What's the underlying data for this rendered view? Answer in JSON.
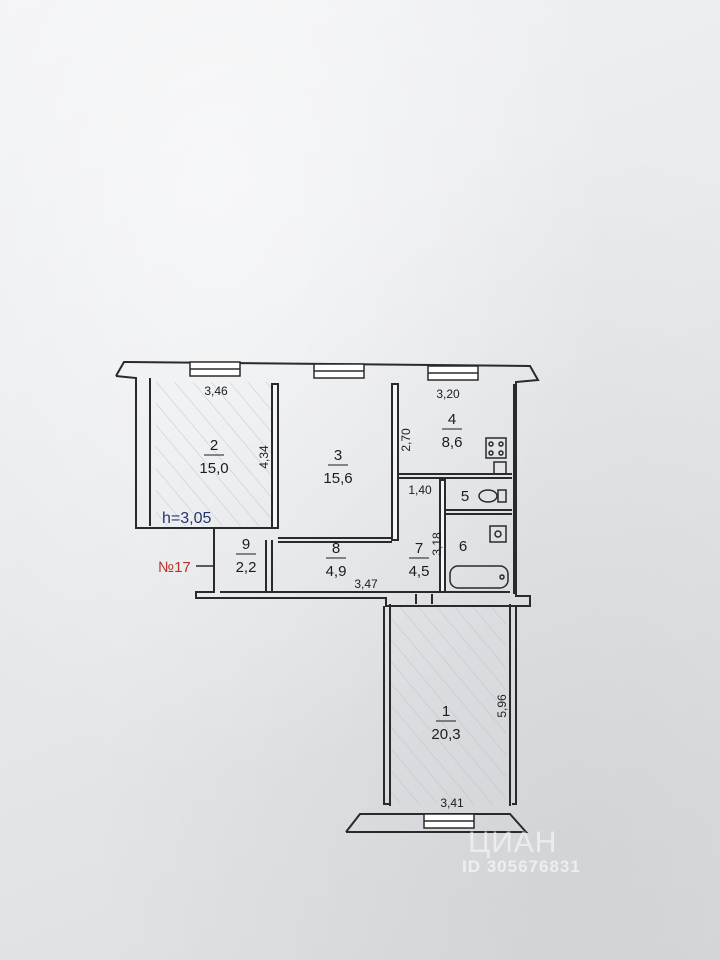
{
  "ceiling_height_label": "h=3,05",
  "apartment_number": "№17",
  "rooms": [
    {
      "id": "1",
      "number": "1",
      "area": "20,3"
    },
    {
      "id": "2",
      "number": "2",
      "area": "15,0"
    },
    {
      "id": "3",
      "number": "3",
      "area": "15,6"
    },
    {
      "id": "4",
      "number": "4",
      "area": "8,6"
    },
    {
      "id": "5",
      "number": "5",
      "area": ""
    },
    {
      "id": "6",
      "number": "6",
      "area": ""
    },
    {
      "id": "7",
      "number": "7",
      "area": "4,5"
    },
    {
      "id": "8",
      "number": "8",
      "area": "4,9"
    },
    {
      "id": "9",
      "number": "9",
      "area": "2,2"
    }
  ],
  "dimensions": {
    "room2_width": "3,46",
    "room2_length": "4,34",
    "room4_width": "3,20",
    "room4_length": "2,70",
    "bathroom_width": "1,40",
    "room7_length": "3,18",
    "corridor_width": "3,47",
    "room1_length": "5,96",
    "room1_width": "3,41"
  },
  "watermark": {
    "brand": "ЦИАН",
    "id_text": "ID 305676831"
  }
}
